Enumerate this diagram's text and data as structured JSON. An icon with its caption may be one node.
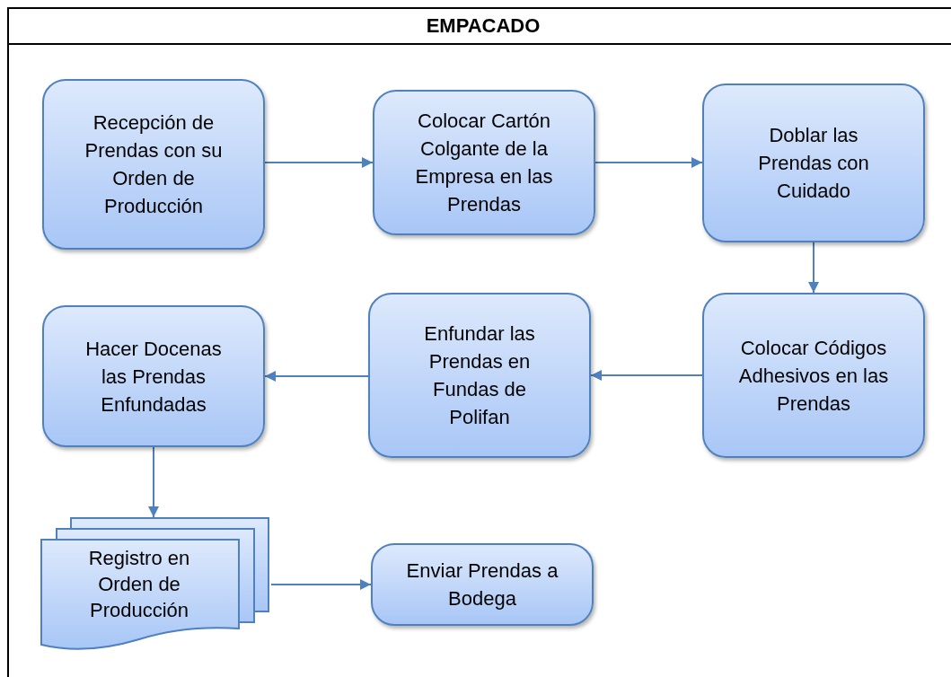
{
  "diagram": {
    "title": "EMPACADO",
    "nodes": [
      {
        "text": [
          "Recepción de Prendas con su Orden de Producción"
        ]
      },
      {
        "text": [
          "Colocar Cartón Colgante de la Empresa en las Prendas"
        ]
      },
      {
        "text": [
          "Doblar las Prendas con Cuidado"
        ]
      },
      {
        "text": [
          "Colocar Códigos Adhesivos en las Prendas"
        ]
      },
      {
        "text": [
          "Enfundar las Prendas en Fundas de Polifan"
        ]
      },
      {
        "text": [
          "Hacer Docenas las Prendas Enfundadas"
        ]
      },
      {
        "text": [
          "Registro en Orden de Producción"
        ]
      },
      {
        "text": [
          "Enviar Prendas a Bodega"
        ]
      }
    ],
    "edges": [
      {
        "from": 0,
        "to": 1,
        "arrow": "to"
      },
      {
        "from": 1,
        "to": 2,
        "arrow": "to"
      },
      {
        "from": 2,
        "to": 3,
        "arrow": "to"
      },
      {
        "from": 3,
        "to": 4,
        "arrow": "to"
      },
      {
        "from": 4,
        "to": 5,
        "arrow": "to"
      },
      {
        "from": 5,
        "to": 6,
        "arrow": "to"
      },
      {
        "from": 6,
        "to": 7,
        "arrow": "to"
      }
    ]
  }
}
